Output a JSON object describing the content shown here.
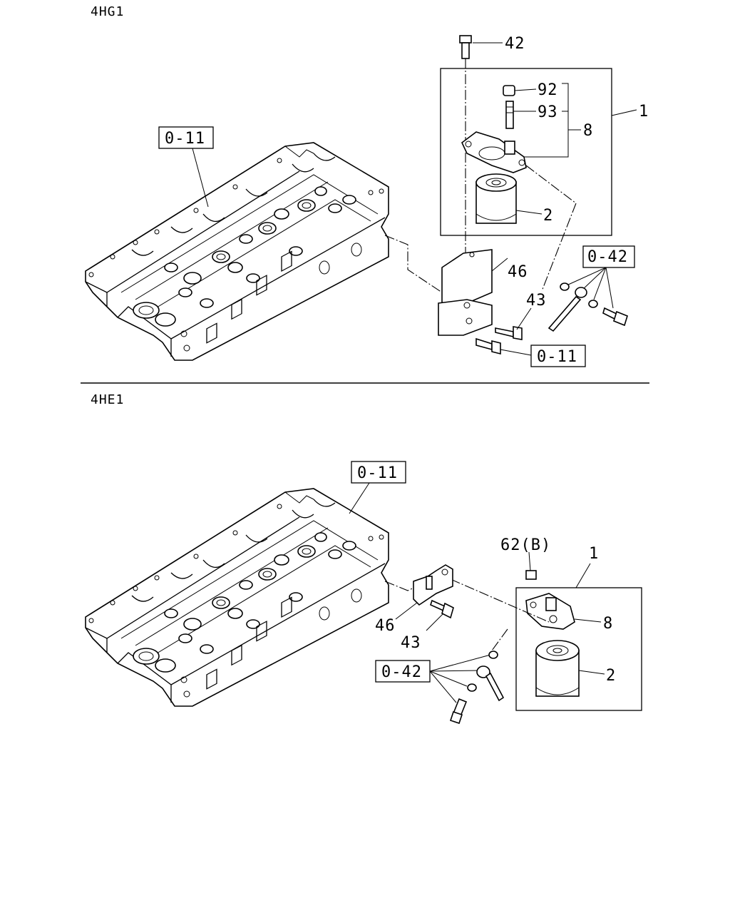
{
  "sections": [
    {
      "engine": "4HG1",
      "labels": {
        "ref_head": "0-11",
        "bolt_top": "42",
        "cap": "92",
        "fitting": "93",
        "head_assy": "8",
        "assembly": "1",
        "filter": "2",
        "bracket": "46",
        "bracket_bolt": "43",
        "ref_pipe": "0-42",
        "ref_bolt": "0-11"
      }
    },
    {
      "engine": "4HE1",
      "labels": {
        "ref_head": "0-11",
        "nut": "62(B)",
        "assembly": "1",
        "head_assy": "8",
        "filter": "2",
        "bracket": "46",
        "bracket_bolt": "43",
        "ref_pipe": "0-42"
      }
    }
  ]
}
